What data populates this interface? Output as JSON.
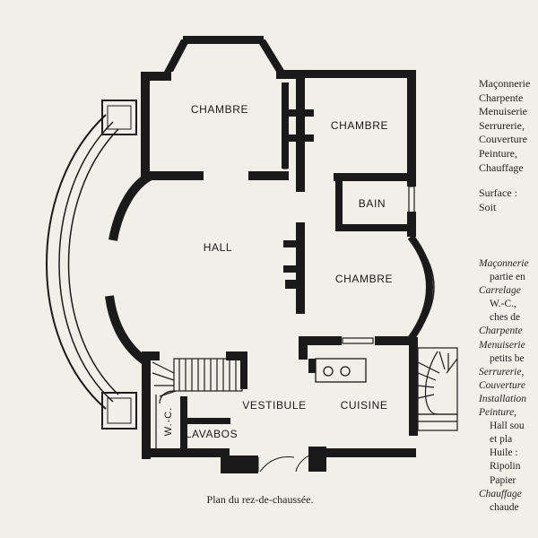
{
  "rooms": {
    "chambre_1": "CHAMBRE",
    "chambre_2": "CHAMBRE",
    "chambre_3": "CHAMBRE",
    "bain": "BAIN",
    "hall": "HALL",
    "vestibule": "VESTIBULE",
    "cuisine": "CUISINE",
    "lavabos": "LAVABOS",
    "wc": "W.-C."
  },
  "caption": "Plan du rez-de-chaussée.",
  "side_top": [
    "Maçonnerie",
    "Charpente",
    "Menuiserie",
    "Serrurerie,",
    "Couverture",
    "Peinture,",
    "Chauffage"
  ],
  "side_mid": [
    "Surface :",
    "Soit"
  ],
  "side_bottom": [
    {
      "text": "Maçonnerie",
      "style": "it"
    },
    {
      "text": "partie en",
      "style": "ind"
    },
    {
      "text": "Carrelage",
      "style": "it"
    },
    {
      "text": "W.-C.,",
      "style": "ind"
    },
    {
      "text": "ches de",
      "style": "ind"
    },
    {
      "text": "Charpente",
      "style": "it"
    },
    {
      "text": "Menuiserie",
      "style": "it"
    },
    {
      "text": "petits be",
      "style": "ind"
    },
    {
      "text": "Serrurerie,",
      "style": "it"
    },
    {
      "text": "Couverture",
      "style": "it"
    },
    {
      "text": "Installation",
      "style": "it"
    },
    {
      "text": "Peinture,",
      "style": "it"
    },
    {
      "text": "Hall sou",
      "style": "ind"
    },
    {
      "text": "et pla",
      "style": "ind"
    },
    {
      "text": "Huile :",
      "style": "ind"
    },
    {
      "text": "Ripolin",
      "style": "ind"
    },
    {
      "text": "Papier",
      "style": "ind"
    },
    {
      "text": "Chauffage",
      "style": "it"
    },
    {
      "text": "chaude",
      "style": "ind"
    }
  ]
}
